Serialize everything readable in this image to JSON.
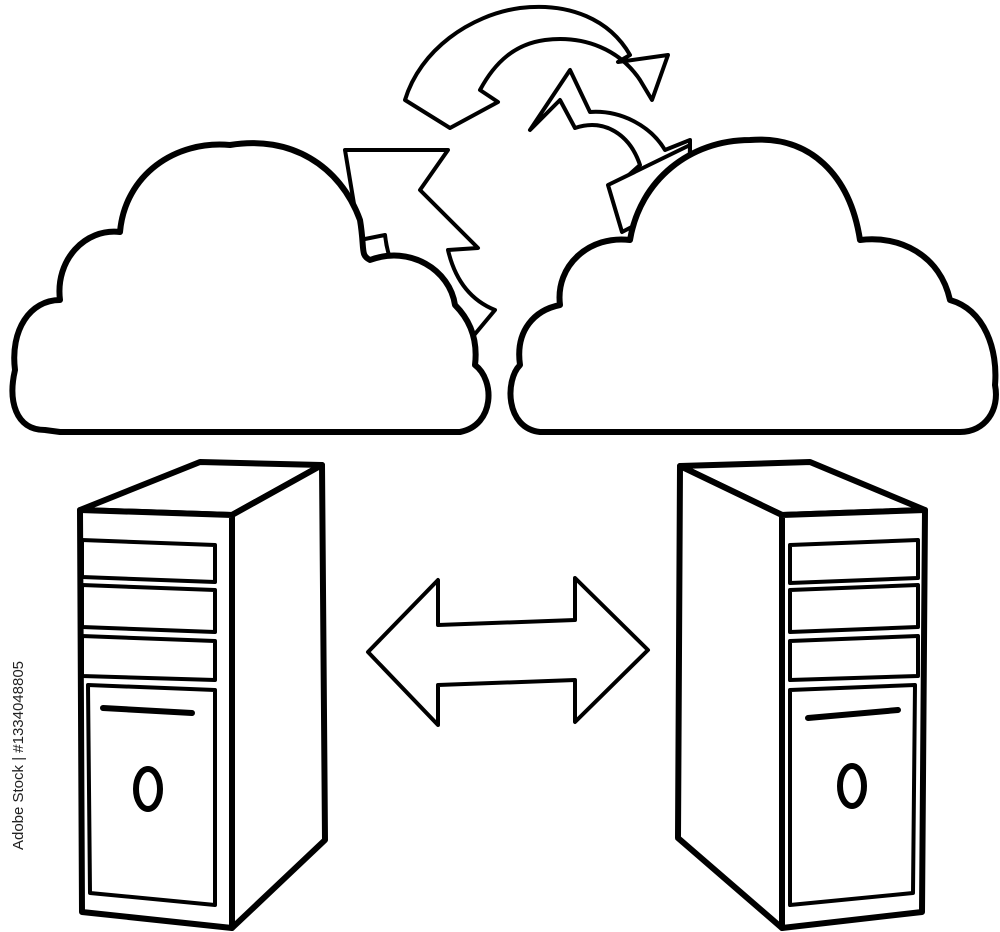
{
  "diagram": {
    "stock_id": "Adobe Stock | #1334048805",
    "elements": {
      "clouds": [
        "cloud",
        "cloud"
      ],
      "servers": [
        "server-tower",
        "server-tower"
      ],
      "connector": "double-arrow",
      "cycle": "recycle-arrows"
    },
    "ink_color": "#000000",
    "background_color": "#ffffff"
  }
}
